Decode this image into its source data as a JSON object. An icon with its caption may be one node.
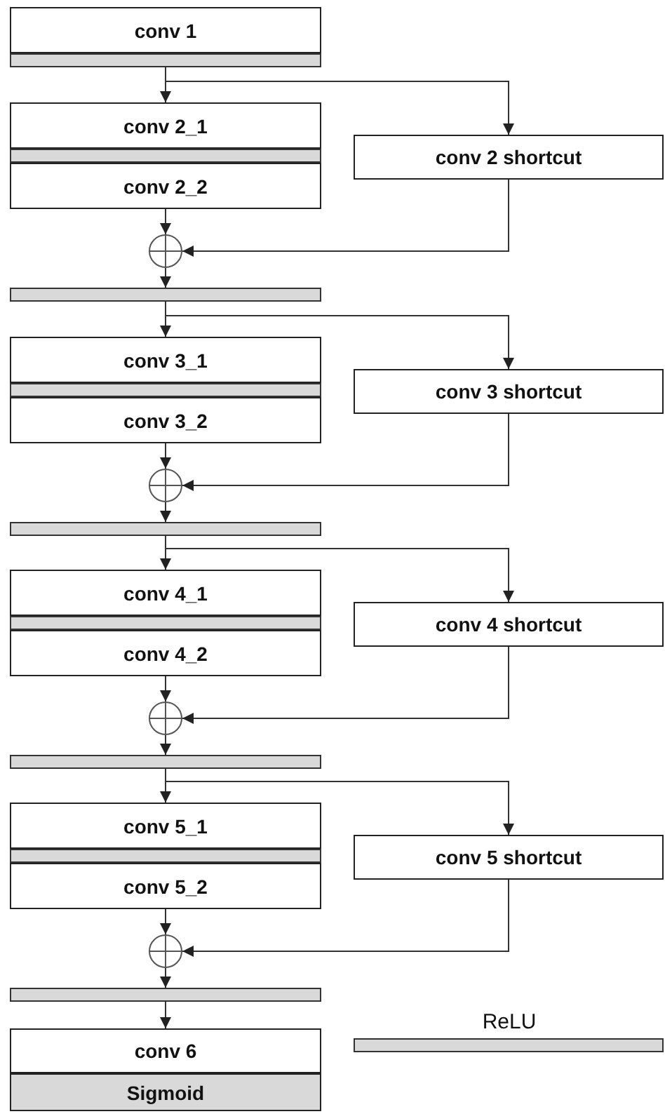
{
  "diagram": {
    "nodes": [
      {
        "text": [
          "conv 1"
        ]
      },
      {
        "text": [],
        "shape": "bar"
      },
      {
        "text": [
          "conv 2_1"
        ]
      },
      {
        "text": [],
        "shape": "bar"
      },
      {
        "text": [
          "conv 2_2"
        ]
      },
      {
        "text": [
          "conv 2 shortcut"
        ]
      },
      {
        "text": [],
        "shape": "circle"
      },
      {
        "text": [],
        "shape": "bar"
      },
      {
        "text": [
          "conv 3_1"
        ]
      },
      {
        "text": [],
        "shape": "bar"
      },
      {
        "text": [
          "conv 3_2"
        ]
      },
      {
        "text": [
          "conv 3 shortcut"
        ]
      },
      {
        "text": [],
        "shape": "circle"
      },
      {
        "text": [],
        "shape": "bar"
      },
      {
        "text": [
          "conv 4_1"
        ]
      },
      {
        "text": [],
        "shape": "bar"
      },
      {
        "text": [
          "conv 4_2"
        ]
      },
      {
        "text": [
          "conv 4 shortcut"
        ]
      },
      {
        "text": [],
        "shape": "circle"
      },
      {
        "text": [],
        "shape": "bar"
      },
      {
        "text": [
          "conv 5_1"
        ]
      },
      {
        "text": [],
        "shape": "bar"
      },
      {
        "text": [
          "conv 5_2"
        ]
      },
      {
        "text": [
          "conv 5 shortcut"
        ]
      },
      {
        "text": [],
        "shape": "circle"
      },
      {
        "text": [],
        "shape": "bar"
      },
      {
        "text": [
          "conv 6"
        ]
      },
      {
        "text": [
          "Sigmoid"
        ]
      }
    ],
    "edges": [
      {
        "from": 1,
        "to": 2,
        "arrow": "to"
      },
      {
        "from": 1,
        "to": 5,
        "arrow": "to"
      },
      {
        "from": 4,
        "to": 6,
        "arrow": "to"
      },
      {
        "from": 5,
        "to": 6,
        "arrow": "to"
      },
      {
        "from": 6,
        "to": 7,
        "arrow": "to"
      },
      {
        "from": 7,
        "to": 8,
        "arrow": "to"
      },
      {
        "from": 7,
        "to": 11,
        "arrow": "to"
      },
      {
        "from": 10,
        "to": 12,
        "arrow": "to"
      },
      {
        "from": 11,
        "to": 12,
        "arrow": "to"
      },
      {
        "from": 12,
        "to": 13,
        "arrow": "to"
      },
      {
        "from": 13,
        "to": 14,
        "arrow": "to"
      },
      {
        "from": 13,
        "to": 17,
        "arrow": "to"
      },
      {
        "from": 16,
        "to": 18,
        "arrow": "to"
      },
      {
        "from": 17,
        "to": 18,
        "arrow": "to"
      },
      {
        "from": 18,
        "to": 19,
        "arrow": "to"
      },
      {
        "from": 19,
        "to": 20,
        "arrow": "to"
      },
      {
        "from": 19,
        "to": 23,
        "arrow": "to"
      },
      {
        "from": 22,
        "to": 24,
        "arrow": "to"
      },
      {
        "from": 23,
        "to": 24,
        "arrow": "to"
      },
      {
        "from": 24,
        "to": 25,
        "arrow": "to"
      },
      {
        "from": 25,
        "to": 26,
        "arrow": "to"
      }
    ],
    "legend": [
      {
        "text": "ReLU",
        "color": "#d9d9d9"
      }
    ]
  }
}
